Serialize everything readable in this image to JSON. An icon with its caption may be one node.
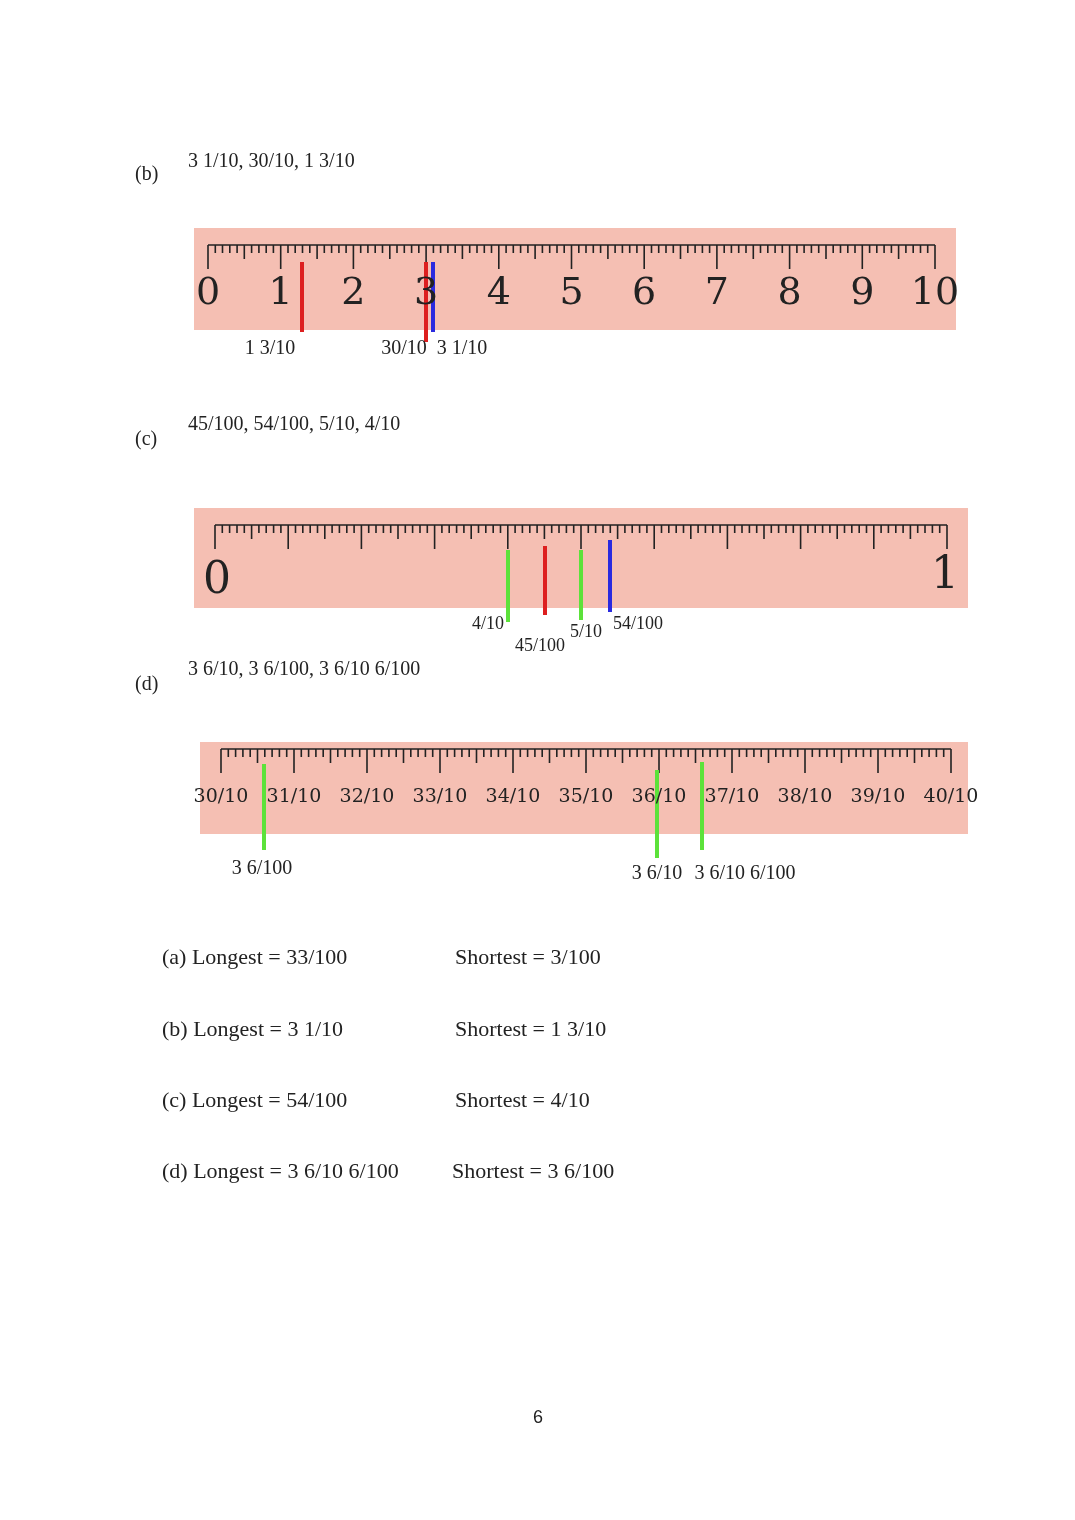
{
  "diagram": {
    "labels": [
      "(b)",
      "3 1/10, 30/10, 1 3/10",
      "0",
      "1",
      "2",
      "3",
      "4",
      "5",
      "6",
      "7",
      "8",
      "9",
      "10",
      "1 3/10",
      "30/10",
      "3 1/10",
      "(c)",
      "45/100, 54/100, 5/10, 4/10",
      "0",
      "1",
      "4/10",
      "45/100",
      "5/10",
      "54/100",
      "(d)",
      "3 6/10, 3 6/100, 3 6/10 6/100",
      "30/10",
      "31/10",
      "32/10",
      "33/10",
      "34/10",
      "35/10",
      "36/10",
      "37/10",
      "38/10",
      "39/10",
      "40/10",
      "3 6/100",
      "3 6/10",
      "3 6/10 6/100",
      "(a) Longest = 33/100",
      "Shortest = 3/100",
      "(b) Longest = 3 1/10",
      "Shortest = 1 3/10",
      "(c) Longest = 54/100",
      "Shortest = 4/10",
      "(d) Longest = 3 6/10 6/100",
      "Shortest = 3 6/100",
      "6"
    ]
  }
}
